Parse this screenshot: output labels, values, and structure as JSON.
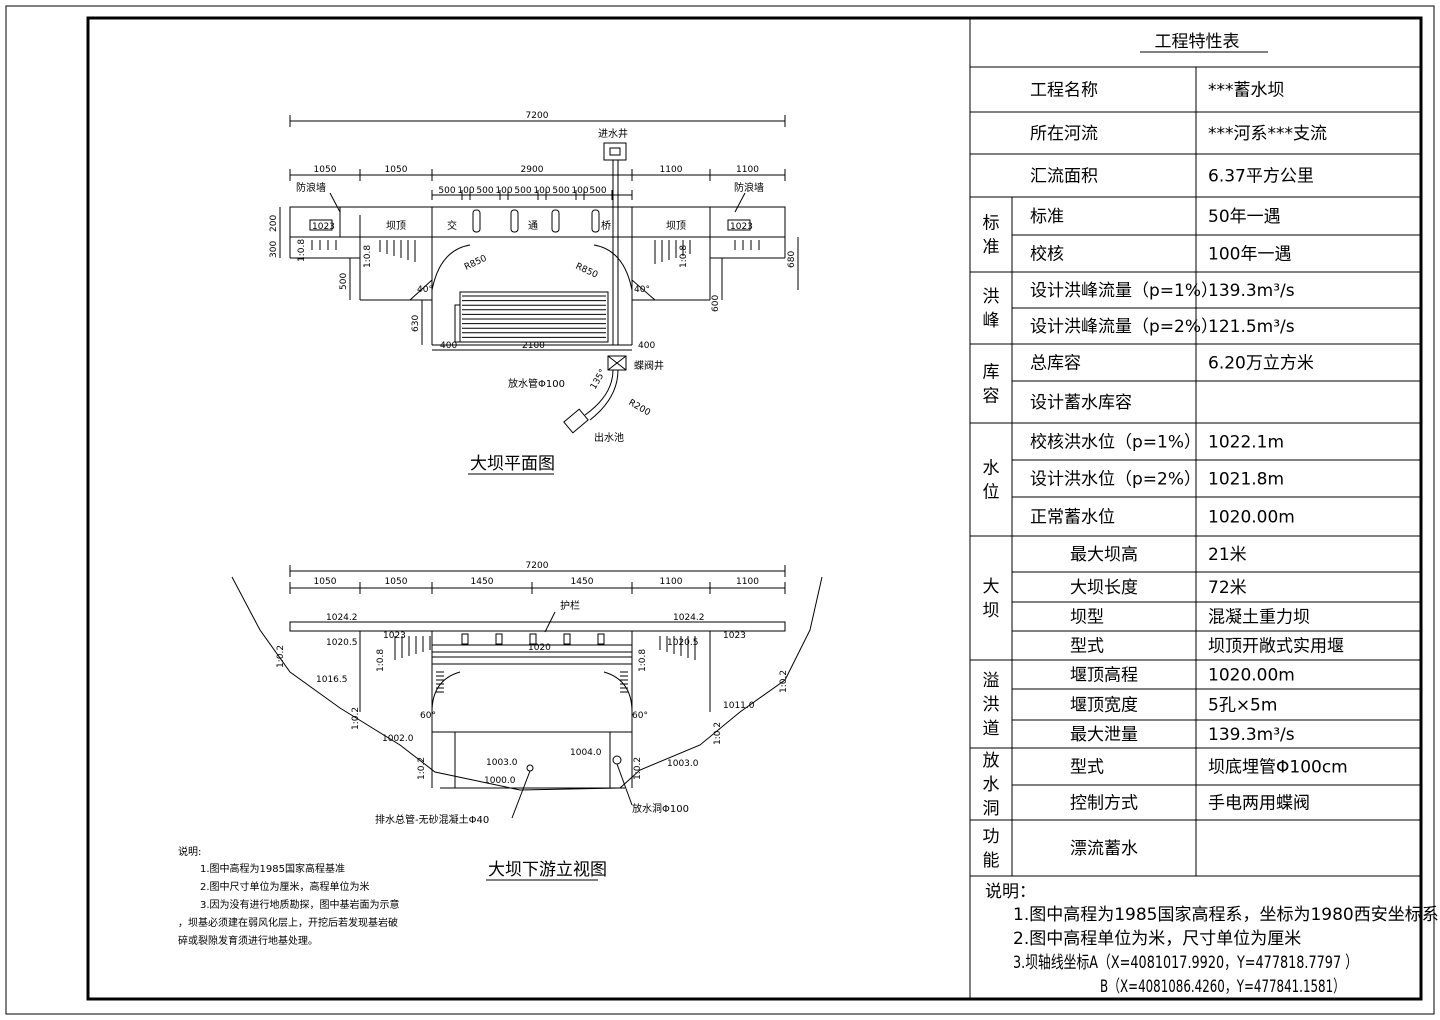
{
  "table": {
    "title": "工程特性表",
    "rows": [
      {
        "group": "",
        "label": "工程名称",
        "value": "***蓄水坝"
      },
      {
        "group": "",
        "label": "所在河流",
        "value": "***河系***支流"
      },
      {
        "group": "",
        "label": "汇流面积",
        "value": "6.37平方公里"
      },
      {
        "group": "标准",
        "label": "标准",
        "value": "50年一遇"
      },
      {
        "group": "",
        "label": "校核",
        "value": "100年一遇"
      },
      {
        "group": "洪峰",
        "label": "设计洪峰流量（p=1%）",
        "value": "139.3m³/s"
      },
      {
        "group": "",
        "label": "设计洪峰流量（p=2%）",
        "value": "121.5m³/s"
      },
      {
        "group": "库容",
        "label": "总库容",
        "value": "6.20万立方米"
      },
      {
        "group": "",
        "label": "设计蓄水库容",
        "value": ""
      },
      {
        "group": "水位",
        "label": "校核洪水位（p=1%）",
        "value": "1022.1m"
      },
      {
        "group": "",
        "label": "设计洪水位（p=2%）",
        "value": "1021.8m"
      },
      {
        "group": "",
        "label": "正常蓄水位",
        "value": "1020.00m"
      },
      {
        "group": "大坝",
        "label": "最大坝高",
        "value": "21米"
      },
      {
        "group": "",
        "label": "大坝长度",
        "value": "72米"
      },
      {
        "group": "",
        "label": "坝型",
        "value": "混凝土重力坝"
      },
      {
        "group": "",
        "label": "型式",
        "value": "坝顶开敞式实用堰"
      },
      {
        "group": "溢洪道",
        "label": "堰顶高程",
        "value": "1020.00m"
      },
      {
        "group": "",
        "label": "堰顶宽度",
        "value": "5孔×5m"
      },
      {
        "group": "",
        "label": "最大泄量",
        "value": "139.3m³/s"
      },
      {
        "group": "放水洞",
        "label": "型式",
        "value": "坝底埋管Φ100cm"
      },
      {
        "group": "",
        "label": "控制方式",
        "value": "手电两用蝶阀"
      },
      {
        "group": "功能",
        "label": "漂流蓄水",
        "value": ""
      }
    ],
    "notes_title": "说明：",
    "notes": [
      "1.图中高程为1985国家高程系，坐标为1980西安坐标系",
      "2.图中高程单位为米，尺寸单位为厘米",
      "3.坝轴线坐标A（X=4081017.9920，Y=477818.7797 ）",
      "B（X=4081086.4260，Y=477841.1581）"
    ]
  },
  "plan": {
    "title": "大坝平面图",
    "total_dim": "7200",
    "dims_top": [
      "1050",
      "1050",
      "2900",
      "1100",
      "1100"
    ],
    "dims_gates": [
      "500",
      "100",
      "500",
      "100",
      "500",
      "100",
      "500",
      "100",
      "500"
    ],
    "labels": {
      "inlet": "进水井",
      "wall_left": "防浪墙",
      "wall_right": "防浪墙",
      "crest_left": "坝顶",
      "crest_right": "坝顶",
      "bridge": [
        "交",
        "通",
        "桥"
      ],
      "slope_left": "1:0.8",
      "slope_right": "1:0.8",
      "r_left": "R850",
      "r_right": "R850",
      "elev_left": "1023",
      "elev_right": "1023",
      "valve": "蝶阀井",
      "pipe": "放水管Φ100",
      "outlet": "出水池",
      "r_bend": "R200",
      "angle_bend": "135°",
      "angle_l": "40°",
      "angle_r": "40°",
      "dim_400l": "400",
      "dim_2100": "2100",
      "dim_400r": "400",
      "dim_300": "300",
      "dim_200": "200",
      "dim_500": "500",
      "dim_630": "630",
      "dim_600": "600",
      "dim_680": "680"
    }
  },
  "elevation": {
    "title": "大坝下游立视图",
    "total_dim": "7200",
    "dims_top": [
      "1050",
      "1050",
      "1450",
      "1450",
      "1100",
      "1100"
    ],
    "labels": {
      "rail": "护栏",
      "e_1024_left": "1024.2",
      "e_1024_right": "1024.2",
      "e_1020_5_left": "1020.5",
      "e_1020_5_right": "1020.5",
      "e_1023_left": "1023",
      "e_1023_right": "1023",
      "e_1020": "1020",
      "e_1016": "1016.5",
      "e_1011": "1011.0",
      "e_1002": "1002.0",
      "e_1003_left": "1003.0",
      "e_1003_right": "1003.0",
      "e_1004": "1004.0",
      "e_1000": "1000.0",
      "slope_02a": "1:0.2",
      "slope_02b": "1:0.2",
      "slope_02c": "1:0.2",
      "slope_02d": "1:0.2",
      "slope_02e": "1:0.2",
      "slope_02f": "1:0.2",
      "slope_08l": "1:0.8",
      "slope_08r": "1:0.8",
      "drain": "排水总管-无砂混凝土Φ40",
      "outlet_pipe": "放水洞Φ100",
      "angle_l": "60°",
      "angle_r": "60°"
    }
  },
  "notes": {
    "title": "说明:",
    "items": [
      "1.图中高程为1985国家高程基准",
      "2.图中尺寸单位为厘米，高程单位为米",
      "3.因为没有进行地质勘探，图中基岩面为示意",
      "，坝基必须建在弱风化层上，开挖后若发现基岩破",
      "碎或裂隙发育须进行地基处理。"
    ]
  }
}
